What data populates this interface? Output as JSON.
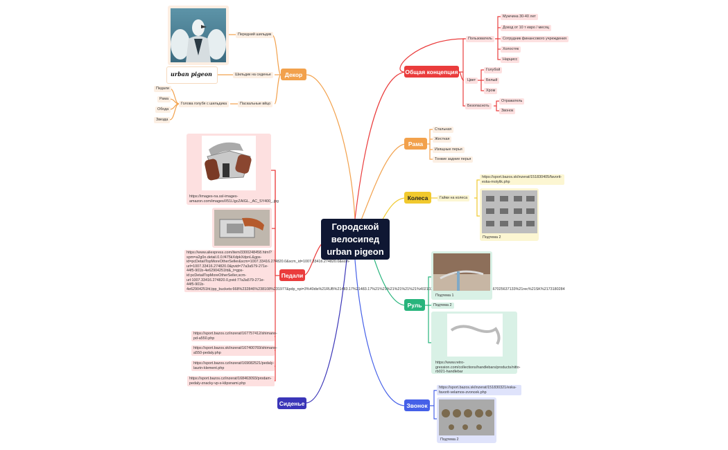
{
  "root": {
    "line1": "Городской",
    "line2": "велосипед",
    "line3": "urban pigeon"
  },
  "colors": {
    "red": "#ea3c3c",
    "orange": "#f2a14c",
    "yellow": "#f1c92e",
    "green": "#27b47c",
    "blue": "#4560e8",
    "navy": "#3a35b8",
    "root": "#0f1733"
  },
  "dekor": {
    "label": "Декор",
    "front": "Передний шильдик",
    "seat": "Шильдик на седенье",
    "seat_logo": "urban pigeon",
    "pascal": "Паскальные вйцо",
    "pigeon_head": "Голова голубя с шильдика",
    "parts": [
      "Педали",
      "Рама",
      "Обода",
      "Звезда"
    ]
  },
  "pedals": {
    "label": "Педали",
    "url1": "https://images-na.ssl-images-amazon.com/images/I/51LIgcZAIGL._AC_SY400_.jpg",
    "url2": "https://www.aliexpress.com/item/3300248458.html?spm=a2g0o.detail.0.0.f475kXdpkXdpnL&gps-id=pcDetailTopMoreOtherSeller&scm=1007.33416.274820.0&scm_id=1007.33416.274820.0&scm-url=1007.33416.274820.0&pvid=77a3a579-271e-44f5-901b-4e62904251fd&_t=gps-id:pcDetailTopMoreOtherSeller,scm-url:1007.33416.274820.0,pvid:77a3a579-271e-44f5-901b-4e62904251fd,tpp_buckets:668%232846%238108%231977&pdp_npi=3%40dis%21RUB%21483.17%21483.17%21%21%21%21%21%21%402103244416847901798537090e2f5c%2167025637133%21rec%21SK%2173180284",
    "url3": "https://sport.bazos.cz/inzerat/167757412/shimano-pd-a550.php",
    "url4": "https://sport.bazos.sk/inzerat/167400769/shimano-a550-pedaly.php",
    "url5": "https://sport.bazos.cz/inzerat/169082521/pedaly-laurin-klement.php",
    "url6": "https://sport.bazos.cz/inzerat/168463093/prodam-pedaly-znacky-vp-s-klipsnami.php"
  },
  "seat": {
    "label": "Сиденье"
  },
  "concept": {
    "label": "Общая концепция",
    "user": "Пользователь",
    "user_items": [
      "Мужчина 30-40 лет",
      "Доход от 10 т евро / месяц",
      "Сотрудник финансового учреждения",
      "Холостяк",
      "Нарцисс"
    ],
    "color": "Цвет",
    "color_items": [
      "Голубой",
      "Белый",
      "Хром"
    ],
    "safety": "Безопасноть",
    "safety_items": [
      "Отражатель",
      "Звонок"
    ]
  },
  "frame": {
    "label": "Рама",
    "items": [
      "Стальная",
      "Жесткая",
      "Изящные перья",
      "Тонкие задние перья"
    ]
  },
  "wheels": {
    "label": "Колеса",
    "nuts": "Гайки на колеса",
    "url": "https://sport.bazos.sk/inzerat/151830405/favorit-eska-motylik.php",
    "caption": "Подтема 2"
  },
  "handlebar": {
    "label": "Руль",
    "sub1": "Подтема 1",
    "sub2": "Подтема 2",
    "url": "https://www.retro-gression.com/collections/handlebars/products/nitto-rb021-handlebar"
  },
  "bell": {
    "label": "Звонок",
    "url": "https://sport.bazos.sk/inzerat/151830321/eska-favorit-velamos-zvoncek.php",
    "caption": "Подтема 2"
  }
}
